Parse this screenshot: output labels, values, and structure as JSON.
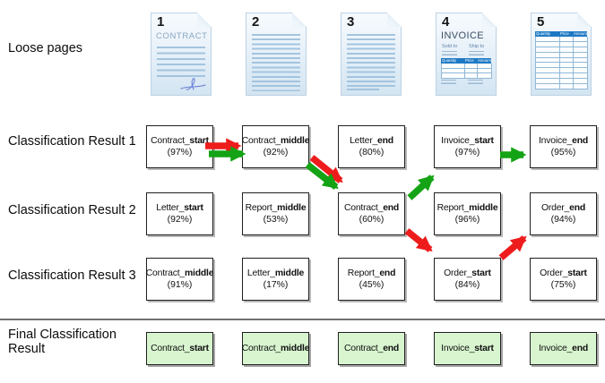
{
  "labels": {
    "loose_pages": "Loose pages",
    "classification_rows": [
      "Classification Result 1",
      "Classification Result 2",
      "Classification Result 3"
    ],
    "final": "Final Classification Result"
  },
  "documents": [
    {
      "number": "1",
      "title": "CONTRACT"
    },
    {
      "number": "2"
    },
    {
      "number": "3"
    },
    {
      "number": "4",
      "title": "INVOICE",
      "sold_to": "Sold to",
      "ship_to": "Ship to",
      "headers": [
        "Quantity",
        "Price",
        "Amount"
      ]
    },
    {
      "number": "5",
      "headers": [
        "Quantity",
        "Price",
        "Amount"
      ]
    }
  ],
  "classification": [
    {
      "cells": [
        {
          "prefix": "Contract_",
          "suffix": "start",
          "confidence": "(97%)"
        },
        {
          "prefix": "Contract_",
          "suffix": "middle",
          "confidence": "(92%)"
        },
        {
          "prefix": "Letter_",
          "suffix": "end",
          "confidence": "(80%)"
        },
        {
          "prefix": "Invoice_",
          "suffix": "start",
          "confidence": "(97%)"
        },
        {
          "prefix": "Invoice_",
          "suffix": "end",
          "confidence": "(95%)"
        }
      ]
    },
    {
      "cells": [
        {
          "prefix": "Letter_",
          "suffix": "start",
          "confidence": "(92%)"
        },
        {
          "prefix": "Report_",
          "suffix": "middle",
          "confidence": "(53%)"
        },
        {
          "prefix": "Contract_",
          "suffix": "end",
          "confidence": "(60%)"
        },
        {
          "prefix": "Report_",
          "suffix": "middle",
          "confidence": "(96%)"
        },
        {
          "prefix": "Order_",
          "suffix": "end",
          "confidence": "(94%)"
        }
      ]
    },
    {
      "cells": [
        {
          "prefix": "Contract_",
          "suffix": "middle",
          "confidence": "(91%)"
        },
        {
          "prefix": "Letter_",
          "suffix": "middle",
          "confidence": "(17%)"
        },
        {
          "prefix": "Report_",
          "suffix": "end",
          "confidence": "(45%)"
        },
        {
          "prefix": "Order_",
          "suffix": "start",
          "confidence": "(84%)"
        },
        {
          "prefix": "Order_",
          "suffix": "start",
          "confidence": "(75%)"
        }
      ]
    }
  ],
  "final": {
    "cells": [
      {
        "prefix": "Contract_",
        "suffix": "start"
      },
      {
        "prefix": "Contract_",
        "suffix": "middle"
      },
      {
        "prefix": "Contract_",
        "suffix": "end"
      },
      {
        "prefix": "Invoice_",
        "suffix": "start"
      },
      {
        "prefix": "Invoice_",
        "suffix": "end"
      }
    ]
  },
  "arrows": [
    {
      "color": "red",
      "from": "Contract_start",
      "to": "Contract_middle"
    },
    {
      "color": "green",
      "from": "Contract_start",
      "to": "Contract_middle"
    },
    {
      "color": "red",
      "from": "Contract_middle",
      "to": "Contract_end"
    },
    {
      "color": "green",
      "from": "Contract_middle",
      "to": "Contract_end"
    },
    {
      "color": "green",
      "from": "Contract_end",
      "to": "Invoice_start"
    },
    {
      "color": "green",
      "from": "Invoice_start",
      "to": "Invoice_end"
    },
    {
      "color": "red",
      "from": "Contract_end",
      "to": "Order_start"
    },
    {
      "color": "red",
      "from": "Order_start",
      "to": "Order_end"
    }
  ],
  "colors": {
    "arrow_red": "#ee1c1c",
    "arrow_green": "#14a314",
    "final_box_fill": "#d8f5cf",
    "box_border": "#1f1f1f",
    "doc_table_header_blue": "#1d79c4",
    "contract_title_blue": "#8ba6c1",
    "invoice_title_slate": "#3d4e63"
  }
}
